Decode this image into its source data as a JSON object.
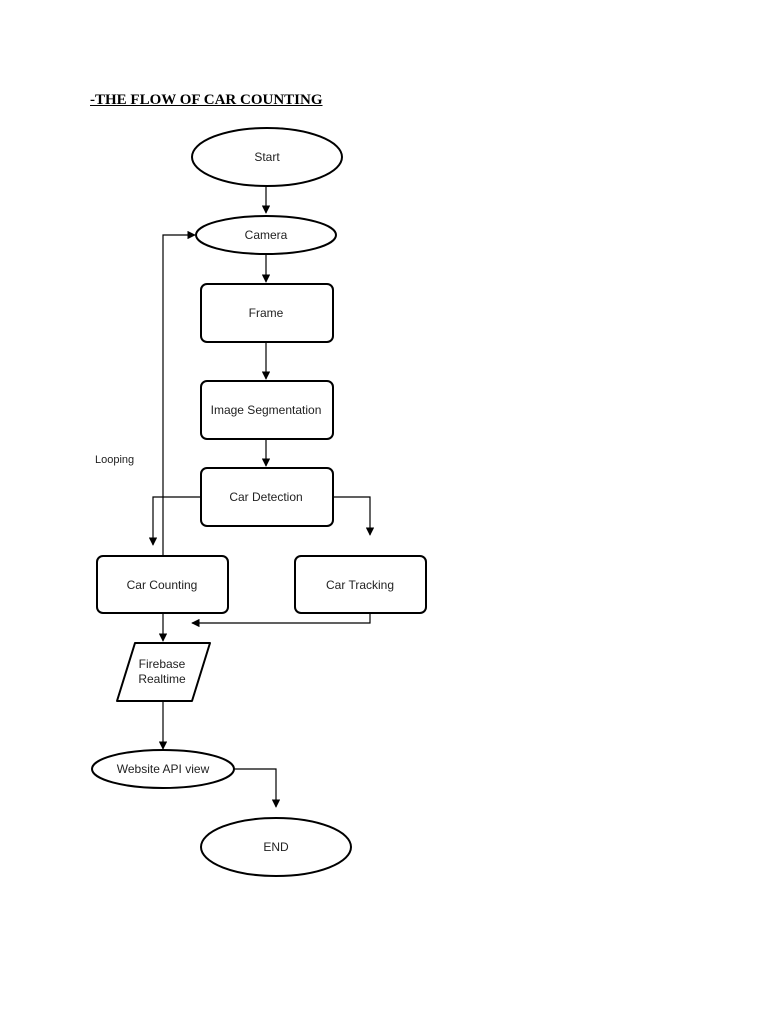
{
  "heading": "-THE FLOW OF CAR COUNTING",
  "nodes": {
    "start": "Start",
    "camera": "Camera",
    "frame": "Frame",
    "image_segmentation": "Image Segmentation",
    "car_detection": "Car Detection",
    "car_counting": "Car Counting",
    "car_tracking": "Car Tracking",
    "firebase_line1": "Firebase",
    "firebase_line2": "Realtime",
    "website_api_view": "Website API view",
    "end": "END"
  },
  "annotations": {
    "looping": "Looping"
  }
}
